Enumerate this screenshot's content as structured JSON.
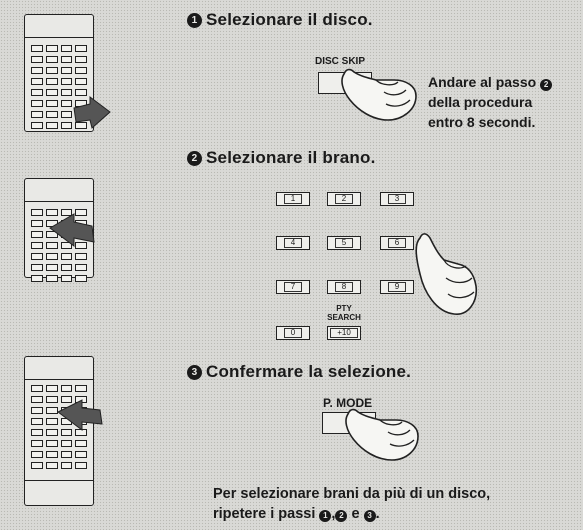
{
  "steps": [
    {
      "number": "1",
      "title": "Selezionare il disco."
    },
    {
      "number": "2",
      "title": "Selezionare il brano."
    },
    {
      "number": "3",
      "title": "Confermare la selezione."
    }
  ],
  "buttons": {
    "disc_skip": "DISC SKIP",
    "p_mode": "P. MODE",
    "pty_search_line1": "PTY",
    "pty_search_line2": "SEARCH"
  },
  "keypad": [
    "1",
    "2",
    "3",
    "4",
    "5",
    "6",
    "7",
    "8",
    "9",
    "0",
    "+10"
  ],
  "notes": {
    "step1_a": "Andare al passo",
    "step1_b": "della procedura",
    "step1_c": "entro 8 secondi.",
    "bottom_a": "Per selezionare brani da più di un disco,",
    "bottom_b": "ripetere i passi",
    "bottom_sep1": ",",
    "bottom_sep2": "e",
    "bottom_end": "."
  }
}
